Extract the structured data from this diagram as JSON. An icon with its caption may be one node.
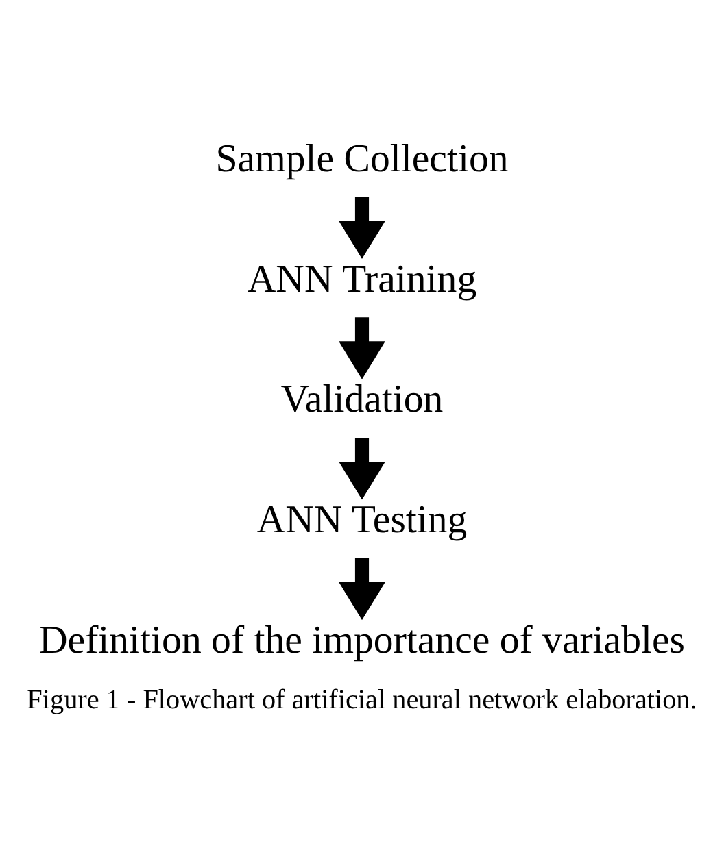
{
  "diagram": {
    "caption": "Figure 1 - Flowchart of artificial neural network elaboration.",
    "nodes": [
      {
        "text": [
          "Sample Collection"
        ]
      },
      {
        "text": [
          "ANN Training"
        ]
      },
      {
        "text": [
          "Validation"
        ]
      },
      {
        "text": [
          "ANN Testing"
        ]
      },
      {
        "text": [
          "Definition of the importance of variables"
        ]
      }
    ],
    "edges": [
      {
        "from": 0,
        "to": 1,
        "arrow": "to"
      },
      {
        "from": 1,
        "to": 2,
        "arrow": "to"
      },
      {
        "from": 2,
        "to": 3,
        "arrow": "to"
      },
      {
        "from": 3,
        "to": 4,
        "arrow": "to"
      }
    ]
  }
}
